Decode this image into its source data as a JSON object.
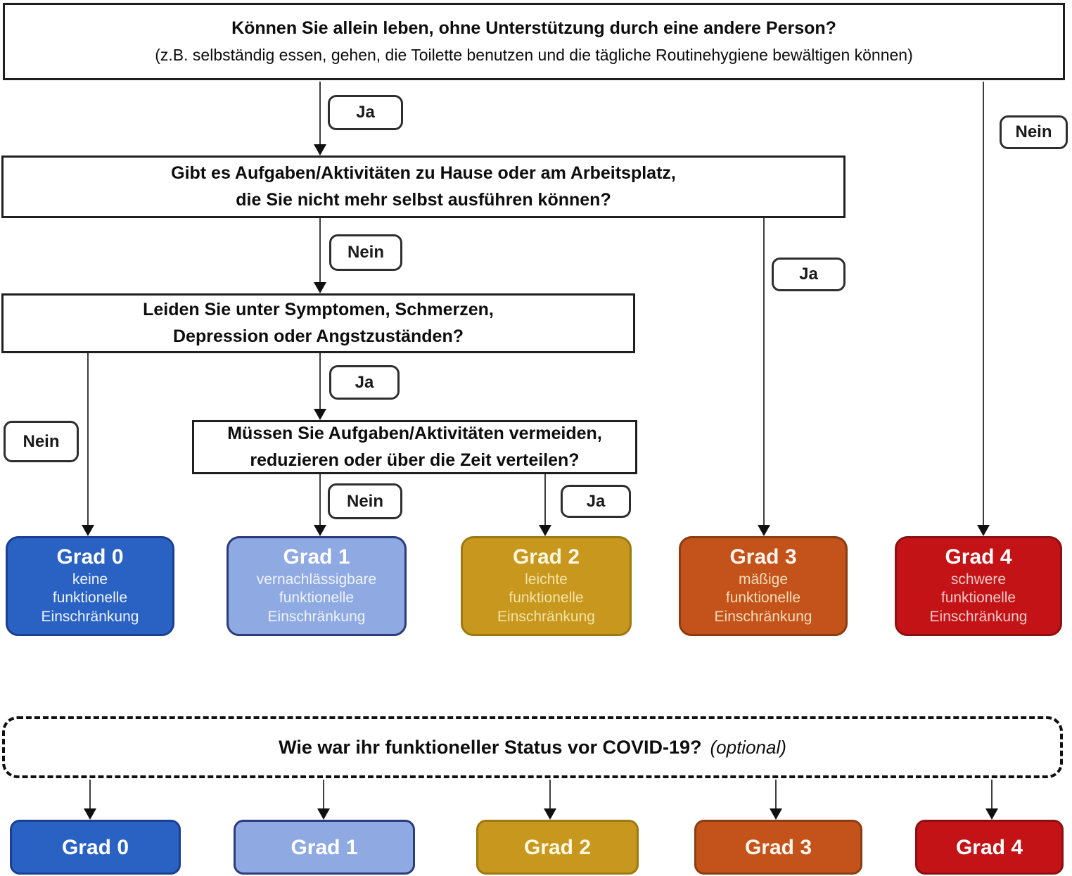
{
  "flow": {
    "q1": {
      "title": "Können Sie allein leben, ohne Unterstützung durch eine andere Person?",
      "subtitle": "(z.B. selbständig essen, gehen, die Toilette benutzen und die tägliche Routinehygiene bewältigen können)"
    },
    "q2": {
      "line1": "Gibt es Aufgaben/Aktivitäten zu Hause oder am Arbeitsplatz,",
      "line2": "die Sie nicht mehr selbst ausführen können?"
    },
    "q3": {
      "line1": "Leiden Sie unter Symptomen, Schmerzen,",
      "line2": "Depression oder Angstzuständen?"
    },
    "q4": {
      "line1": "Müssen Sie Aufgaben/Aktivitäten vermeiden,",
      "line2": "reduzieren oder über die Zeit verteilen?"
    }
  },
  "answers": {
    "yes": "Ja",
    "no": "Nein"
  },
  "grades": [
    {
      "label": "Grad 0",
      "desc": [
        "keine",
        "funktionelle",
        "Einschränkung"
      ],
      "fill": "#2a62c4",
      "border": "#1b3f93",
      "label_color": "#ffffff",
      "desc_color": "#eef3fd"
    },
    {
      "label": "Grad 1",
      "desc": [
        "vernachlässigbare",
        "funktionelle",
        "Einschränkung"
      ],
      "fill": "#8fa9e2",
      "border": "#2b3b7c",
      "label_color": "#ffffff",
      "desc_color": "#eff3fb"
    },
    {
      "label": "Grad 2",
      "desc": [
        "leichte",
        "funktionelle",
        "Einschränkung"
      ],
      "fill": "#c8971d",
      "border": "#9c7a11",
      "label_color": "#fdf8e1",
      "desc_color": "#f2e3a6"
    },
    {
      "label": "Grad 3",
      "desc": [
        "mäßige",
        "funktionelle",
        "Einschränkung"
      ],
      "fill": "#c4531b",
      "border": "#8a3d12",
      "label_color": "#fdf6ee",
      "desc_color": "#f6dcb9"
    },
    {
      "label": "Grad 4",
      "desc": [
        "schwere",
        "funktionelle",
        "Einschränkung"
      ],
      "fill": "#c31316",
      "border": "#8c1012",
      "label_color": "#ffffff",
      "desc_color": "#f2c8c7"
    }
  ],
  "optional_question": {
    "title": "Wie war ihr funktioneller Status vor COVID-19?",
    "suffix": "(optional)"
  }
}
